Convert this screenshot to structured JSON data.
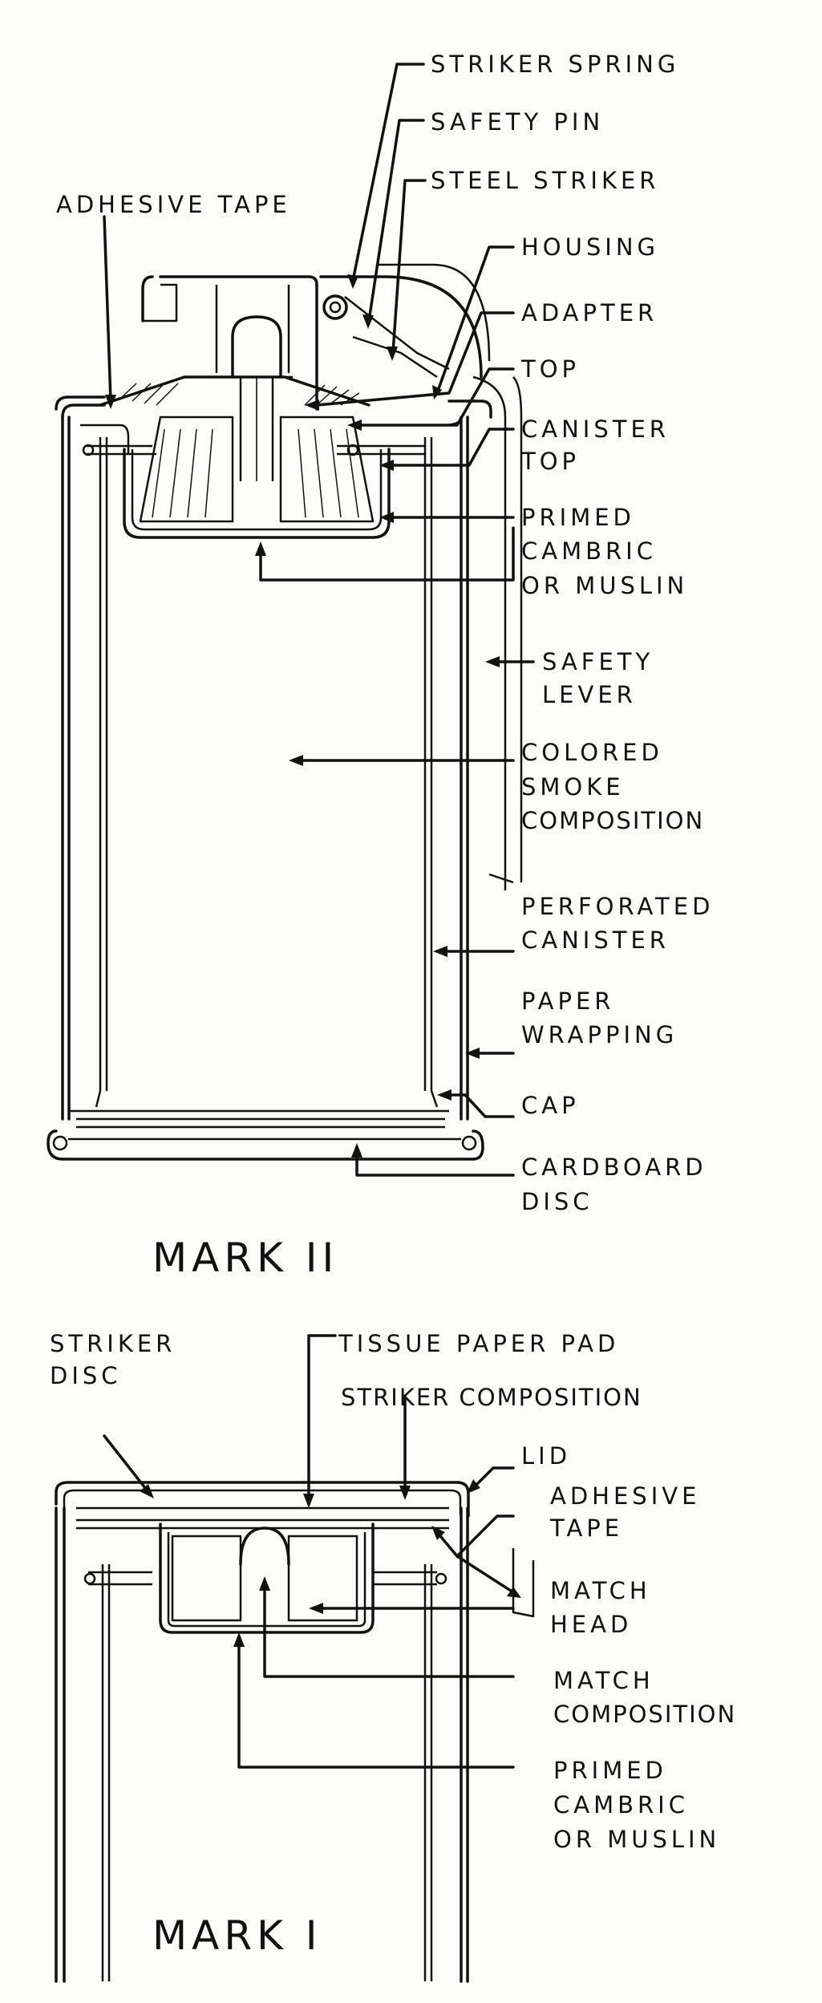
{
  "mark2": {
    "title": "MARK II",
    "labels": {
      "striker_spring": "STRIKER SPRING",
      "safety_pin": "SAFETY PIN",
      "steel_striker": "STEEL STRIKER",
      "adhesive_tape": "ADHESIVE TAPE",
      "housing": "HOUSING",
      "adapter": "ADAPTER",
      "top": "TOP",
      "canister_top_1": "CANISTER",
      "canister_top_2": "TOP",
      "primed_1": "PRIMED",
      "primed_2": "CAMBRIC",
      "primed_3": "OR MUSLIN",
      "safety_lever_1": "SAFETY",
      "safety_lever_2": "LEVER",
      "colored_1": "COLORED",
      "colored_2": "SMOKE",
      "colored_3": "COMPOSITION",
      "perforated_1": "PERFORATED",
      "perforated_2": "CANISTER",
      "paper_1": "PAPER",
      "paper_2": "WRAPPING",
      "cap": "CAP",
      "cardboard_1": "CARDBOARD",
      "cardboard_2": "DISC"
    }
  },
  "mark1": {
    "title": "MARK I",
    "labels": {
      "striker_disc_1": "STRIKER",
      "striker_disc_2": "DISC",
      "tissue_pad": "TISSUE PAPER PAD",
      "striker_comp": "STRIKER COMPOSITION",
      "lid": "LID",
      "adhesive_1": "ADHESIVE",
      "adhesive_2": "TAPE",
      "match_head_1": "MATCH",
      "match_head_2": "HEAD",
      "match_comp_1": "MATCH",
      "match_comp_2": "COMPOSITION",
      "primed_1": "PRIMED",
      "primed_2": "CAMBRIC",
      "primed_3": "OR MUSLIN"
    }
  }
}
